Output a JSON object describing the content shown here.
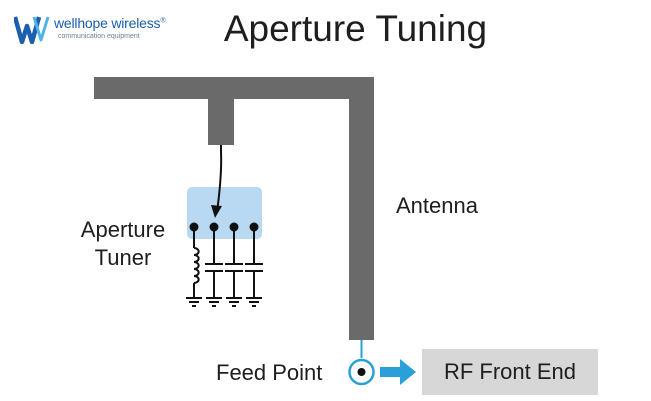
{
  "logo": {
    "name": "wellhope wireless",
    "registered": "®",
    "tagline": "communication equipment"
  },
  "title": "Aperture Tuning",
  "labels": {
    "aperture_tuner_line1": "Aperture",
    "aperture_tuner_line2": "Tuner",
    "antenna": "Antenna",
    "feed_point": "Feed Point",
    "rf_front_end": "RF Front End"
  },
  "colors": {
    "antenna_trace": "#6a6a6a",
    "tuner_highlight": "#b9d9f2",
    "arrow": "#2a9fd8",
    "rf_box": "#d7d7d7",
    "text": "#1e1e1e",
    "logo_blue": "#1b5fae"
  },
  "icons": {
    "logo": "w-logo-icon",
    "feed_point": "feed-point-icon",
    "arrow": "arrow-right-icon",
    "inductor": "inductor-icon",
    "capacitor": "capacitor-icon",
    "ground": "ground-icon"
  }
}
